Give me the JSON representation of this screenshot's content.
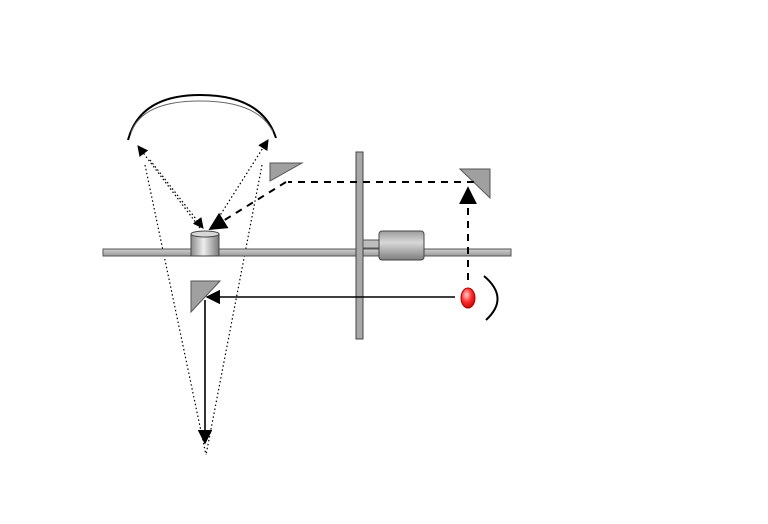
{
  "diagram": {
    "colors": {
      "background": "#ffffff",
      "line": "#000000",
      "component_fill": "#bdbdbd",
      "component_stroke": "#555555",
      "mirror_fill": "#9e9e9e",
      "source_highlight": "#ff9a9a",
      "source_fill": "#e00000"
    },
    "elements": [
      "curved-mirror",
      "rail",
      "cylinder",
      "chopper-disk",
      "motor",
      "light-source",
      "reflector-arc",
      "flat-mirrors",
      "beam-paths"
    ]
  }
}
